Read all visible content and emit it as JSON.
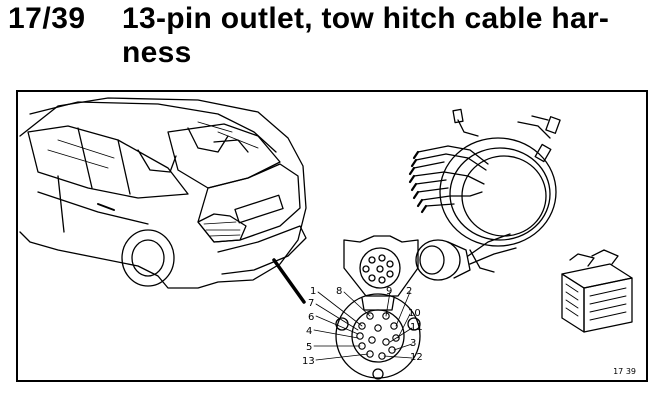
{
  "header": {
    "section_number": "17/39",
    "title_line1": "13-pin outlet, tow hitch cable har-",
    "title_line2": "ness"
  },
  "figure": {
    "reference": "17 39",
    "pin_labels": {
      "p1": "1",
      "p2": "2",
      "p3": "3",
      "p4": "4",
      "p5": "5",
      "p6": "6",
      "p7": "7",
      "p8": "8",
      "p9": "9",
      "p10": "10",
      "p11": "11",
      "p12": "12",
      "p13": "13"
    }
  }
}
